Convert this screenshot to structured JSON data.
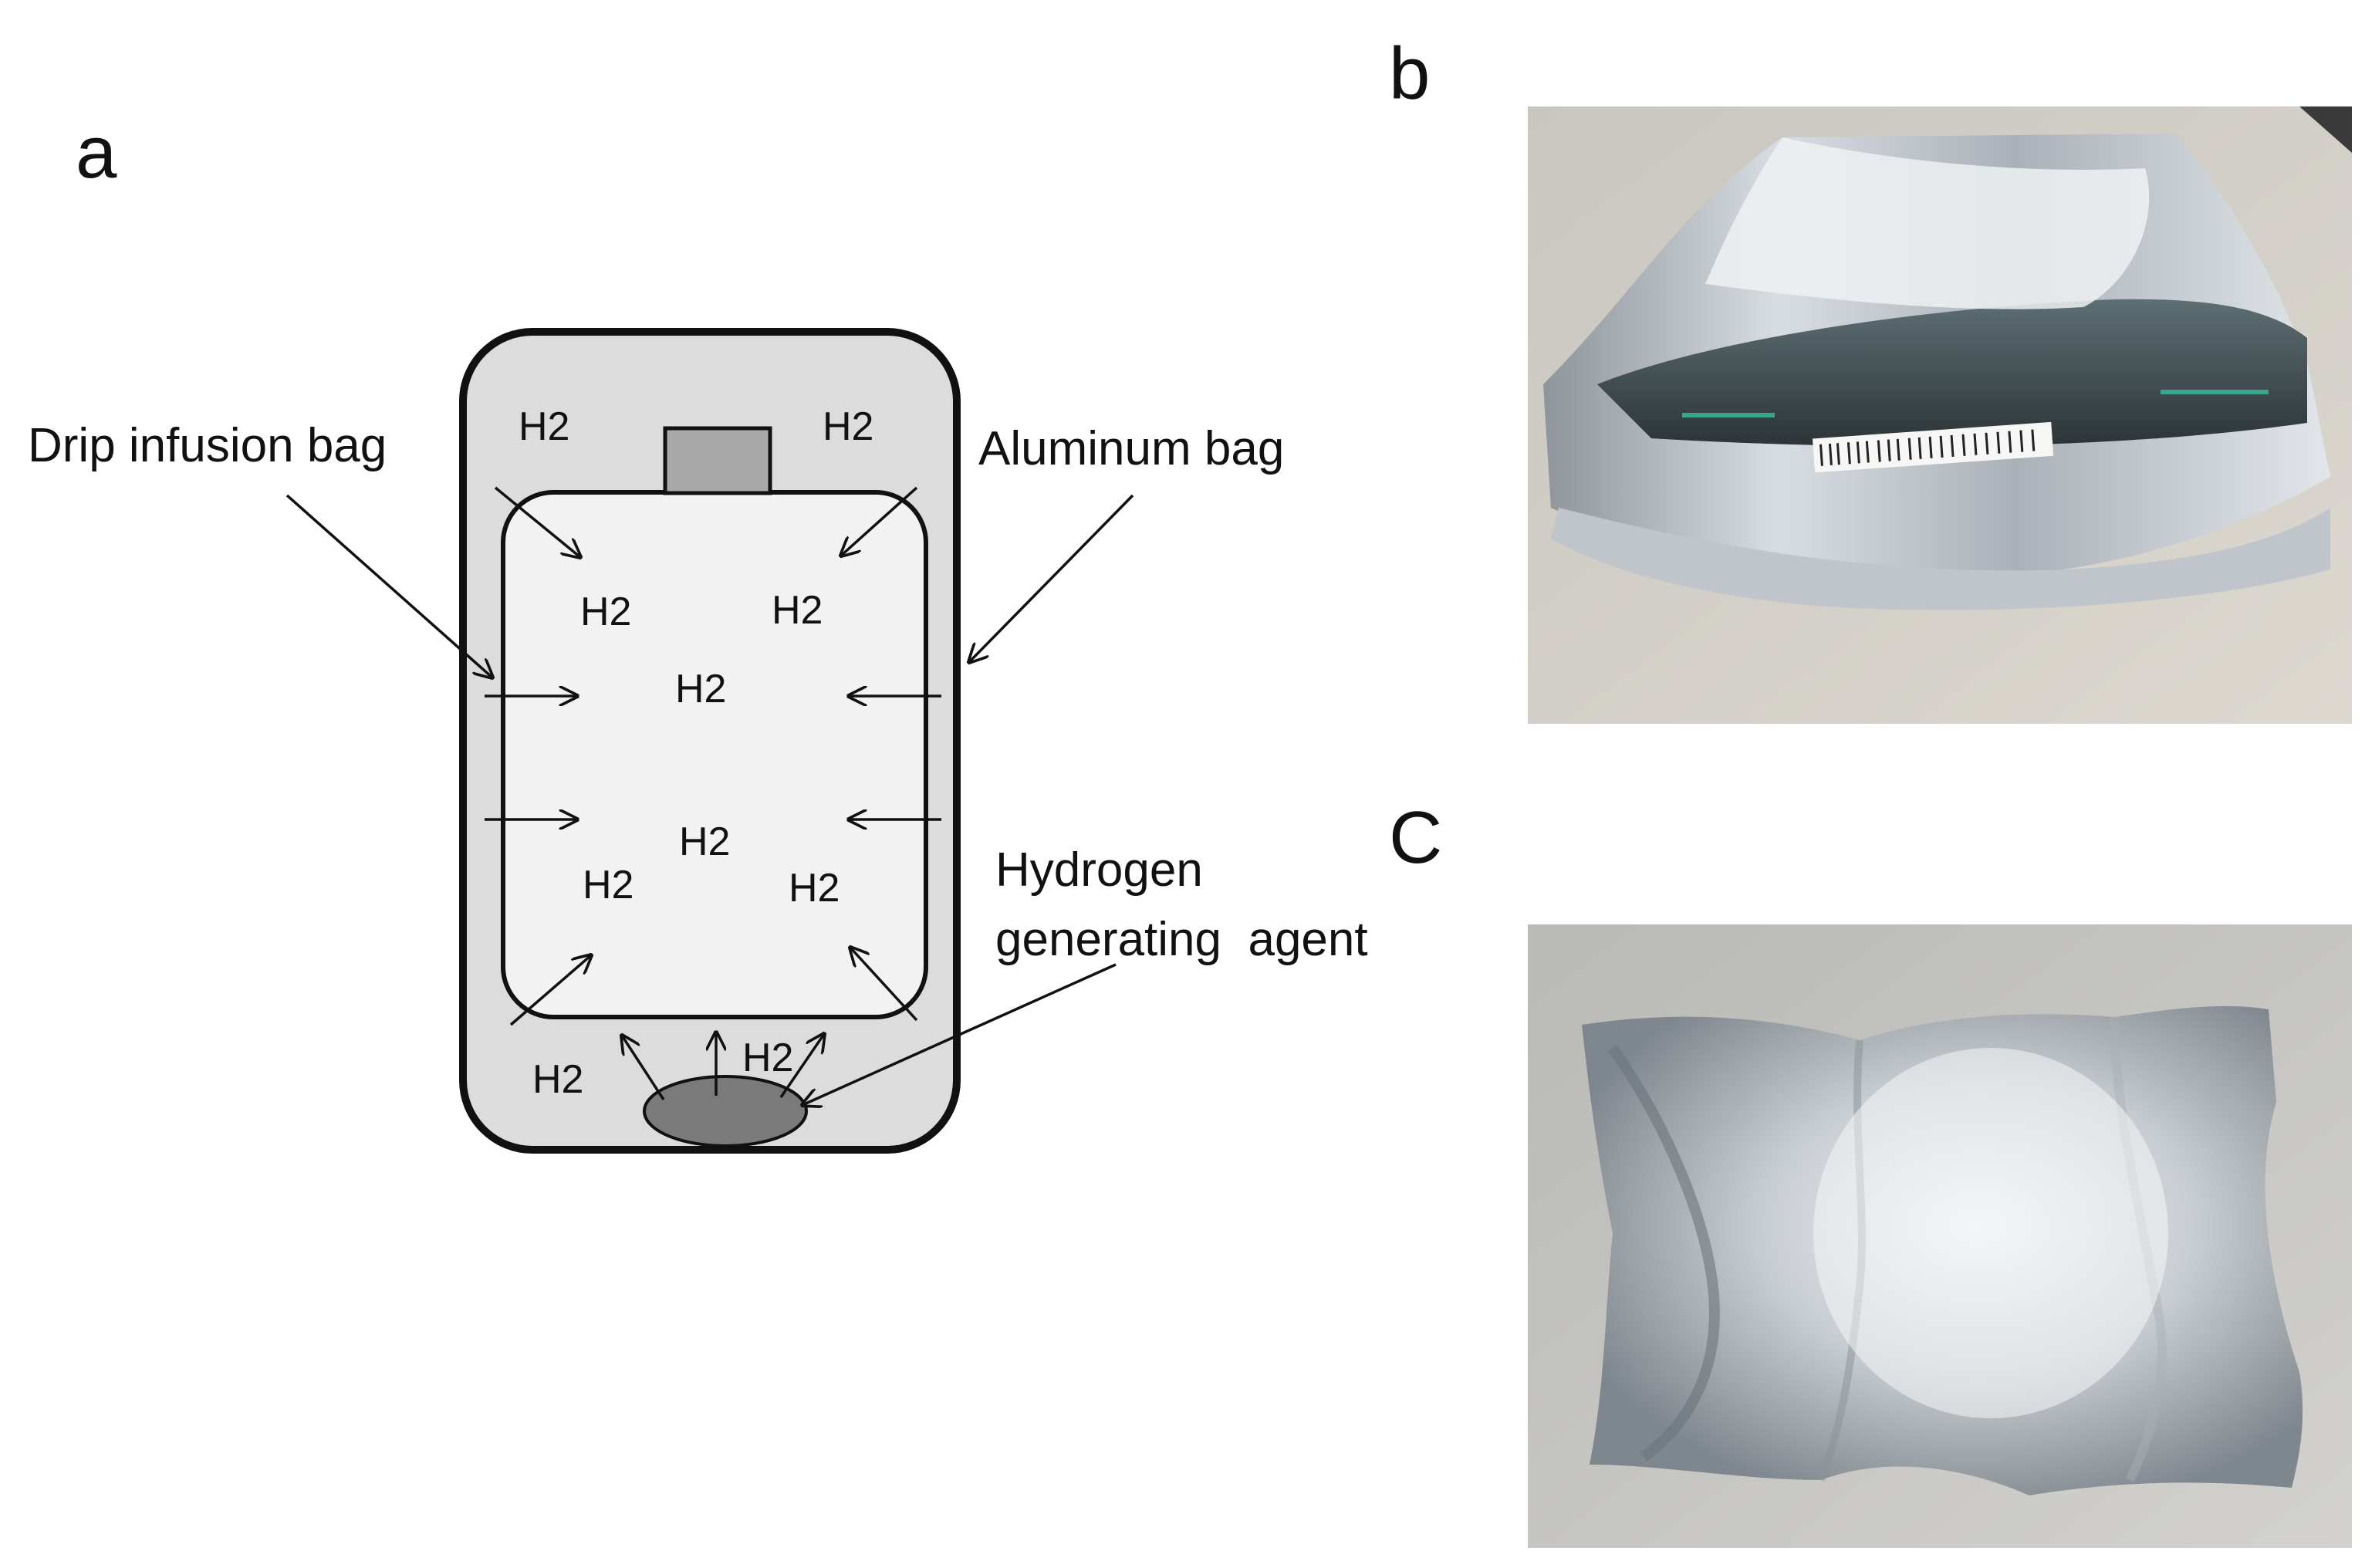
{
  "panels": {
    "a": "a",
    "b": "b",
    "c": "C"
  },
  "diagram": {
    "gas_label": "H2",
    "labels": {
      "drip_bag": "Drip infusion bag",
      "aluminum_bag": "Aluminum bag",
      "agent_line1": "Hydrogen",
      "agent_line2": "generating  agent"
    },
    "colors": {
      "outer_bag_fill": "#dcdcdc",
      "inner_bag_fill": "#f2f2f2",
      "port_fill": "#a9a9a9",
      "agent_fill": "#7a7a7a",
      "stroke": "#111111"
    }
  },
  "photos": {
    "b": {
      "description_icon": "aluminum-bag-opened-photo"
    },
    "c": {
      "description_icon": "aluminum-bag-sealed-photo"
    }
  }
}
